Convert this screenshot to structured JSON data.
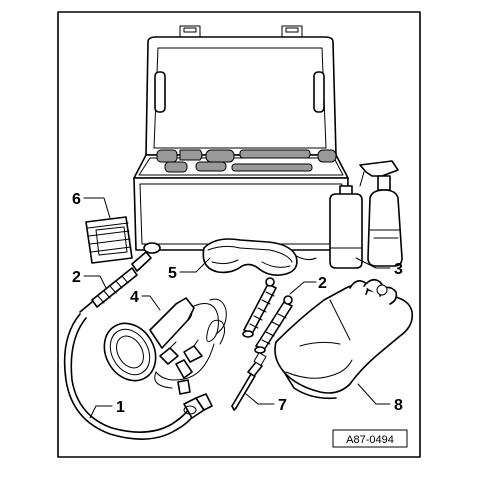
{
  "callouts": {
    "c1": "1",
    "c2a": "2",
    "c2b": "2",
    "c3": "3",
    "c4": "4",
    "c5": "5",
    "c6": "6",
    "c7": "7",
    "c8": "8"
  },
  "figure_code": "A87-0494"
}
